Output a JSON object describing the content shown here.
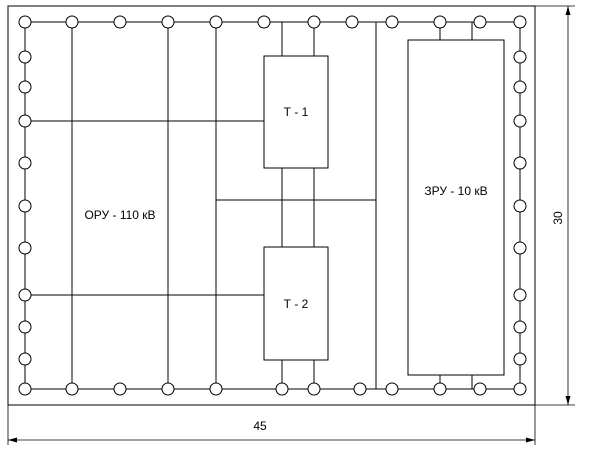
{
  "labels": {
    "oru": "ОРУ - 110 кВ",
    "t1": "Т - 1",
    "t2": "Т - 2",
    "zru": "ЗРУ - 10 кВ"
  },
  "dimensions": {
    "width": "45",
    "height": "30"
  }
}
